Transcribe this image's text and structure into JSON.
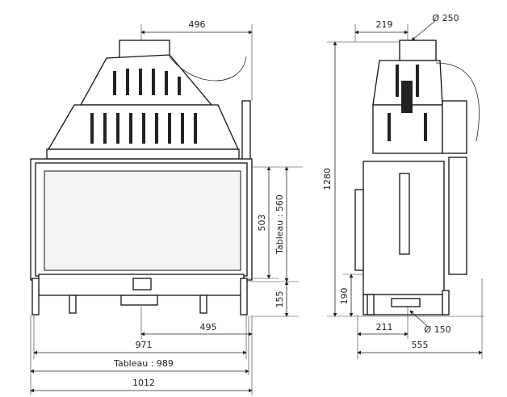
{
  "dimensions": {
    "front_top_width": "496",
    "side_flue_offset": "219",
    "flue_diameter": "Ø 250",
    "total_height": "1280",
    "glass_height": "503",
    "tableau_height": "Tableau : 560",
    "base_height_front": "155",
    "base_height_side": "190",
    "bottom_offset": "495",
    "side_bottom_offset": "211",
    "air_inlet_diameter": "Ø 150",
    "inner_width": "971",
    "side_depth": "555",
    "tableau_width": "Tableau : 989",
    "total_width": "1012"
  },
  "colors": {
    "line": "#222222",
    "background": "#ffffff"
  }
}
